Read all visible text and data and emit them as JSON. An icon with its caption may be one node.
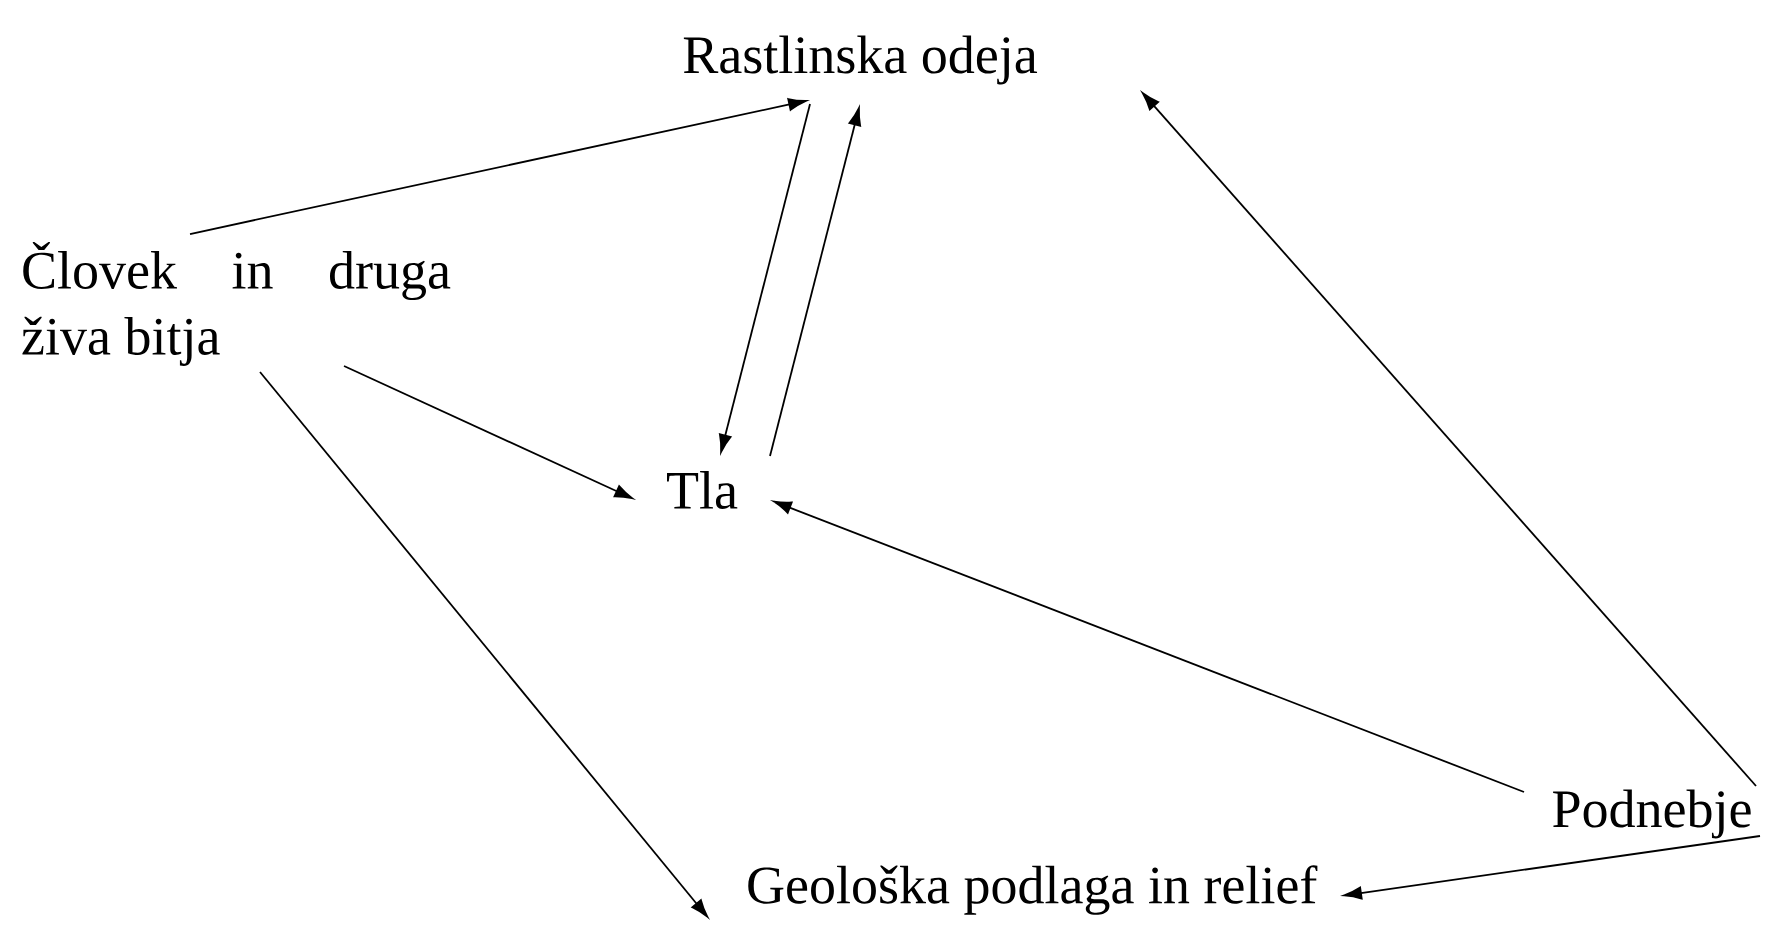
{
  "diagram": {
    "nodes": [
      {
        "text": [
          "Rastlinska odeja"
        ]
      },
      {
        "text": [
          "Človek in druga živa bitja"
        ]
      },
      {
        "text": [
          "Tla"
        ]
      },
      {
        "text": [
          "Podnebje"
        ]
      },
      {
        "text": [
          "Geološka podlaga in relief"
        ]
      }
    ],
    "edges": [
      {
        "from": 1,
        "to": 0,
        "arrow": "to"
      },
      {
        "from": 0,
        "to": 2,
        "arrow": "to"
      },
      {
        "from": 2,
        "to": 0,
        "arrow": "to"
      },
      {
        "from": 1,
        "to": 2,
        "arrow": "to"
      },
      {
        "from": 1,
        "to": 4,
        "arrow": "to"
      },
      {
        "from": 3,
        "to": 0,
        "arrow": "to"
      },
      {
        "from": 3,
        "to": 2,
        "arrow": "to"
      },
      {
        "from": 3,
        "to": 4,
        "arrow": "to"
      }
    ]
  }
}
